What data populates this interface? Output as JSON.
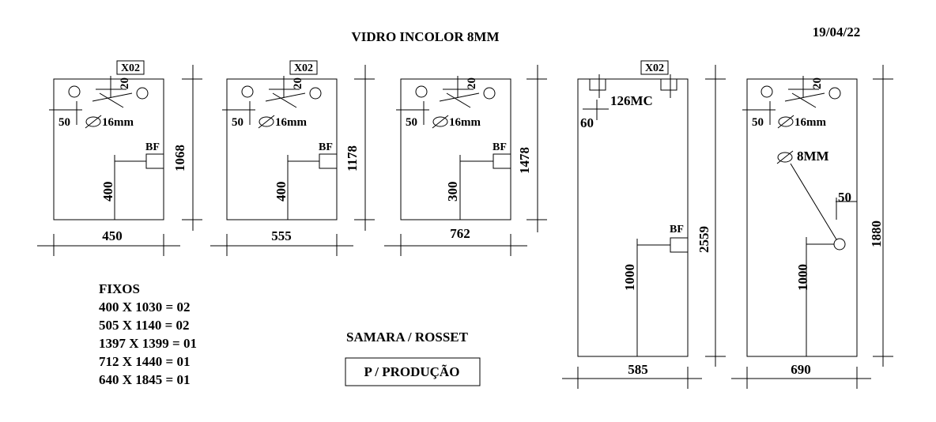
{
  "header": {
    "title": "VIDRO INCOLOR 8MM",
    "date": "19/04/22"
  },
  "panels": [
    {
      "tag": "X02",
      "height": "1068",
      "width": "450",
      "hole_dim": "20",
      "offset": "50",
      "hole_note": "16mm",
      "bf": "BF",
      "bf_height": "400"
    },
    {
      "tag": "X02",
      "height": "1178",
      "width": "555",
      "hole_dim": "20",
      "offset": "50",
      "hole_note": "16mm",
      "bf": "BF",
      "bf_height": "400"
    },
    {
      "height": "1478",
      "width": "762",
      "hole_dim": "20",
      "offset": "50",
      "hole_note": "16mm",
      "bf": "BF",
      "bf_height": "300"
    },
    {
      "tag": "X02",
      "height": "2559",
      "width": "585",
      "notch": "126MC",
      "offset": "60",
      "bf": "BF",
      "bf_height": "1000"
    },
    {
      "height": "1880",
      "width": "690",
      "hole_dim": "20",
      "offset": "50",
      "hole_note": "16mm",
      "hole2_note": "8MM",
      "hole2_offset": "50",
      "hole2_height": "1000"
    }
  ],
  "fixos": {
    "title": "FIXOS",
    "items": [
      "400 X 1030 = 02",
      "505 X 1140 = 02",
      "1397 X 1399 = 01",
      "712 X 1440 = 01",
      "640 X 1845 = 01"
    ]
  },
  "client": "SAMARA / ROSSET",
  "destination": "P / PRODUÇÃO"
}
